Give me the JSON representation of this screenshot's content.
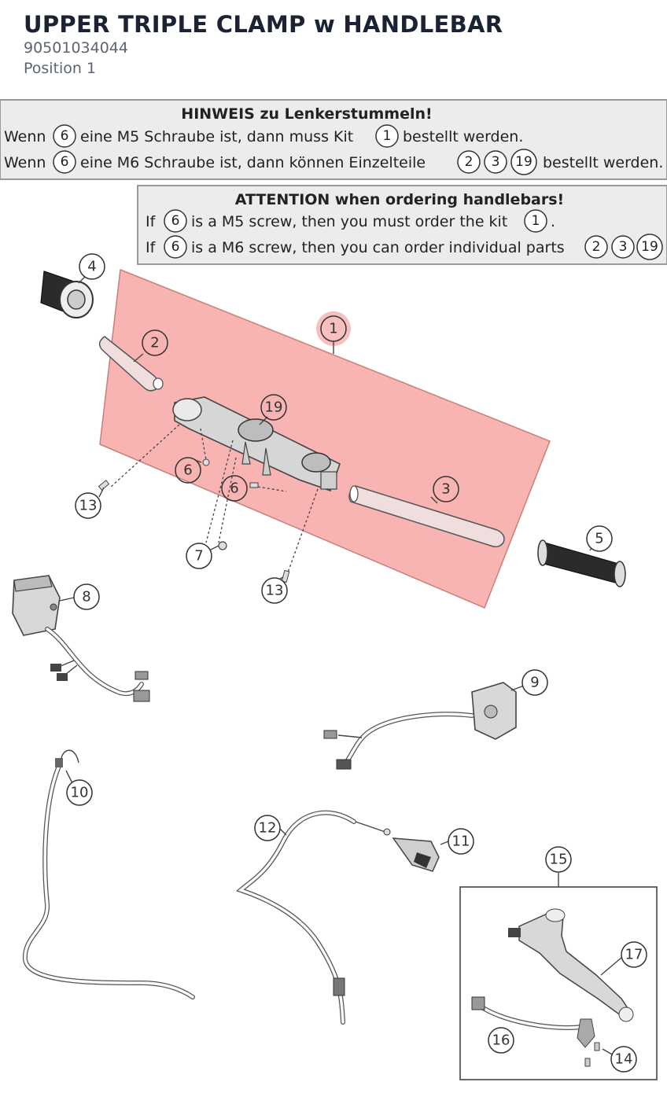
{
  "header": {
    "title": "UPPER TRIPLE CLAMP w HANDLEBAR",
    "part_number": "90501034044",
    "position": "Position 1"
  },
  "note_de": {
    "heading": "HINWEIS zu Lenkerstummeln!",
    "line1_a": "Wenn",
    "line1_b": "eine M5 Schraube ist, dann muss Kit",
    "line1_c": "bestellt werden.",
    "line2_a": "Wenn",
    "line2_b": "eine M6 Schraube ist, dann können Einzelteile",
    "line2_c": "bestellt werden."
  },
  "note_en": {
    "heading": "ATTENTION when ordering handlebars!",
    "line1_a": "If",
    "line1_b": "is a M5 screw, then you must order the kit",
    "line1_c": ".",
    "line2_a": "If",
    "line2_b": "is a M6 screw, then you can order individual parts",
    "line2_c": "."
  },
  "note_refs": {
    "screw": "6",
    "kit": "1",
    "parts": [
      "2",
      "3",
      "19"
    ]
  },
  "highlight_color": "#f6a7a4",
  "callouts": {
    "c1": "1",
    "c2": "2",
    "c3": "3",
    "c4": "4",
    "c5": "5",
    "c6a": "6",
    "c6b": "6",
    "c7": "7",
    "c8": "8",
    "c9": "9",
    "c10": "10",
    "c11": "11",
    "c12": "12",
    "c13a": "13",
    "c13b": "13",
    "c14": "14",
    "c15": "15",
    "c16": "16",
    "c17": "17",
    "c19": "19"
  }
}
